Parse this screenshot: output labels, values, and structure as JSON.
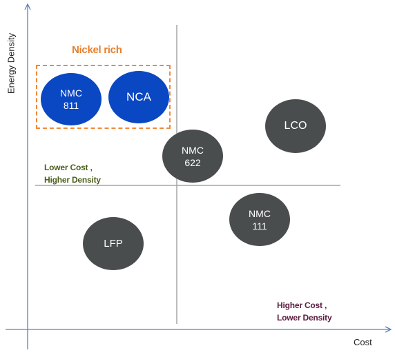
{
  "axes": {
    "y_label": "Energy Density",
    "x_label": "Cost"
  },
  "group": {
    "title": "Nickel rich"
  },
  "notes": {
    "lower_cost": [
      "Lower Cost ,",
      "Higher Density"
    ],
    "higher_cost": [
      "Higher Cost ,",
      "Lower Density"
    ]
  },
  "chemistries": [
    {
      "lines": [
        "NMC",
        "811"
      ],
      "color": "#0a47c2"
    },
    {
      "lines": [
        "NCA"
      ],
      "color": "#0a47c2"
    },
    {
      "lines": [
        "NMC",
        "622"
      ],
      "color": "#4a4d4e"
    },
    {
      "lines": [
        "LCO"
      ],
      "color": "#4a4d4e"
    },
    {
      "lines": [
        "NMC",
        "111"
      ],
      "color": "#4a4d4e"
    },
    {
      "lines": [
        "LFP"
      ],
      "color": "#4a4d4e"
    }
  ],
  "colors": {
    "axis": "#5b7fbf",
    "divider": "#a6a6a6",
    "group_border": "#ef8a3a",
    "group_title": "#e97e2a",
    "lower_cost_note": "#4a5f1c",
    "higher_cost_note": "#5a1a3c"
  }
}
